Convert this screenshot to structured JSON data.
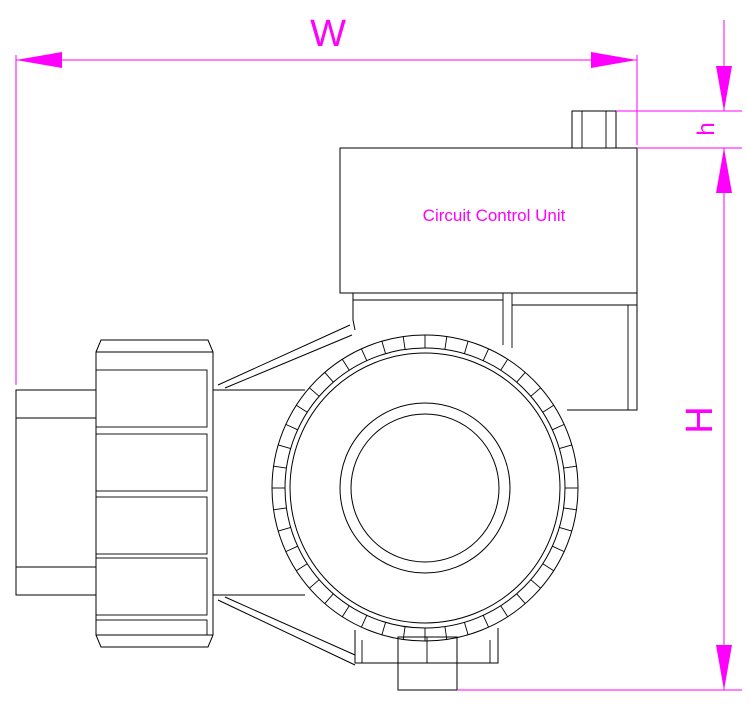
{
  "drawing": {
    "unit_label": "Circuit Control Unit",
    "dimensions": {
      "width": "W",
      "height": "H",
      "cap": "h"
    }
  },
  "colors": {
    "dimension": "#ff00ff",
    "outline": "#000000",
    "background": "#ffffff"
  }
}
